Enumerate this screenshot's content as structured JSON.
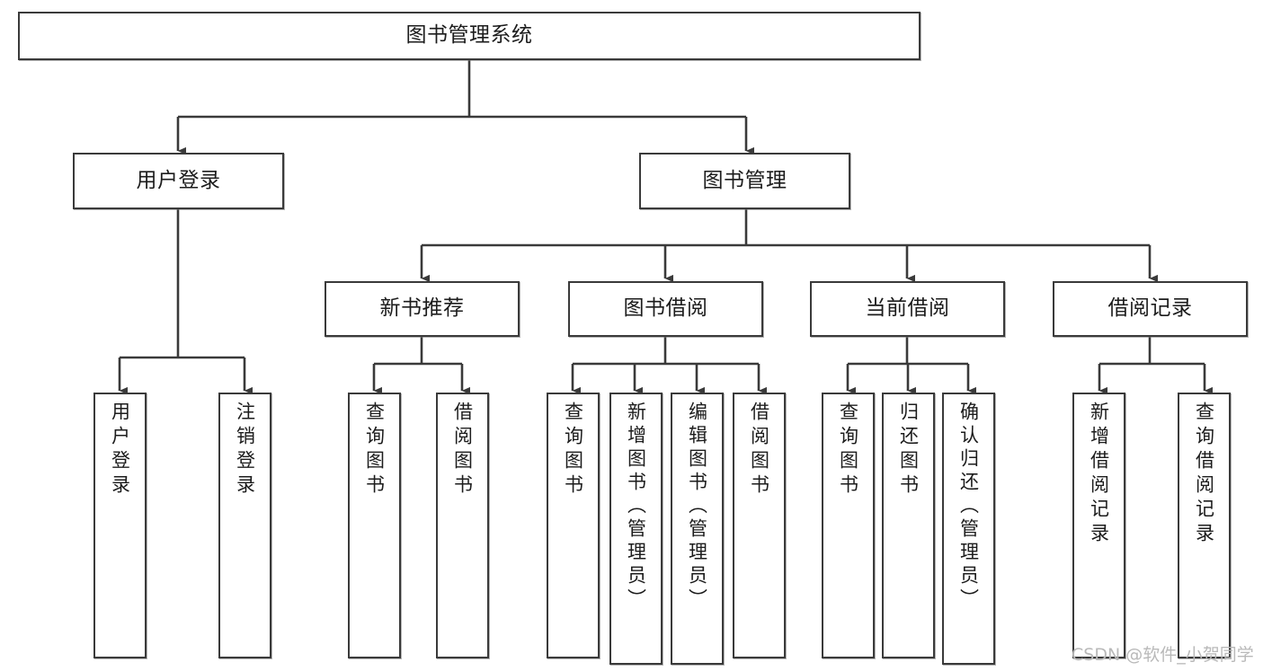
{
  "diagram": {
    "type": "tree",
    "title": "图书管理系统",
    "orientation": "top-down",
    "line_color": "#3a3a3a",
    "box_fill": "#ffffff",
    "text_color": "#1c1c1c",
    "watermark": "CSDN @软件_小贺同学"
  },
  "nodes": {
    "root": {
      "label": "图书管理系统"
    },
    "level2": [
      {
        "label": "用户登录"
      },
      {
        "label": "图书管理"
      }
    ],
    "level3": [
      {
        "label": "新书推荐"
      },
      {
        "label": "图书借阅"
      },
      {
        "label": "当前借阅"
      },
      {
        "label": "借阅记录"
      }
    ],
    "leaves": {
      "user_login": [
        {
          "label": "用户登录"
        },
        {
          "label": "注销登录"
        }
      ],
      "new_book_rec": [
        {
          "label": "查询图书"
        },
        {
          "label": "借阅图书"
        }
      ],
      "book_borrow": [
        {
          "label": "查询图书"
        },
        {
          "label": "新增图书（管理员）"
        },
        {
          "label": "编辑图书（管理员）"
        },
        {
          "label": "借阅图书"
        }
      ],
      "current_borrow": [
        {
          "label": "查询图书"
        },
        {
          "label": "归还图书"
        },
        {
          "label": "确认归还（管理员）"
        }
      ],
      "borrow_record": [
        {
          "label": "新增借阅记录"
        },
        {
          "label": "查询借阅记录"
        }
      ]
    }
  }
}
